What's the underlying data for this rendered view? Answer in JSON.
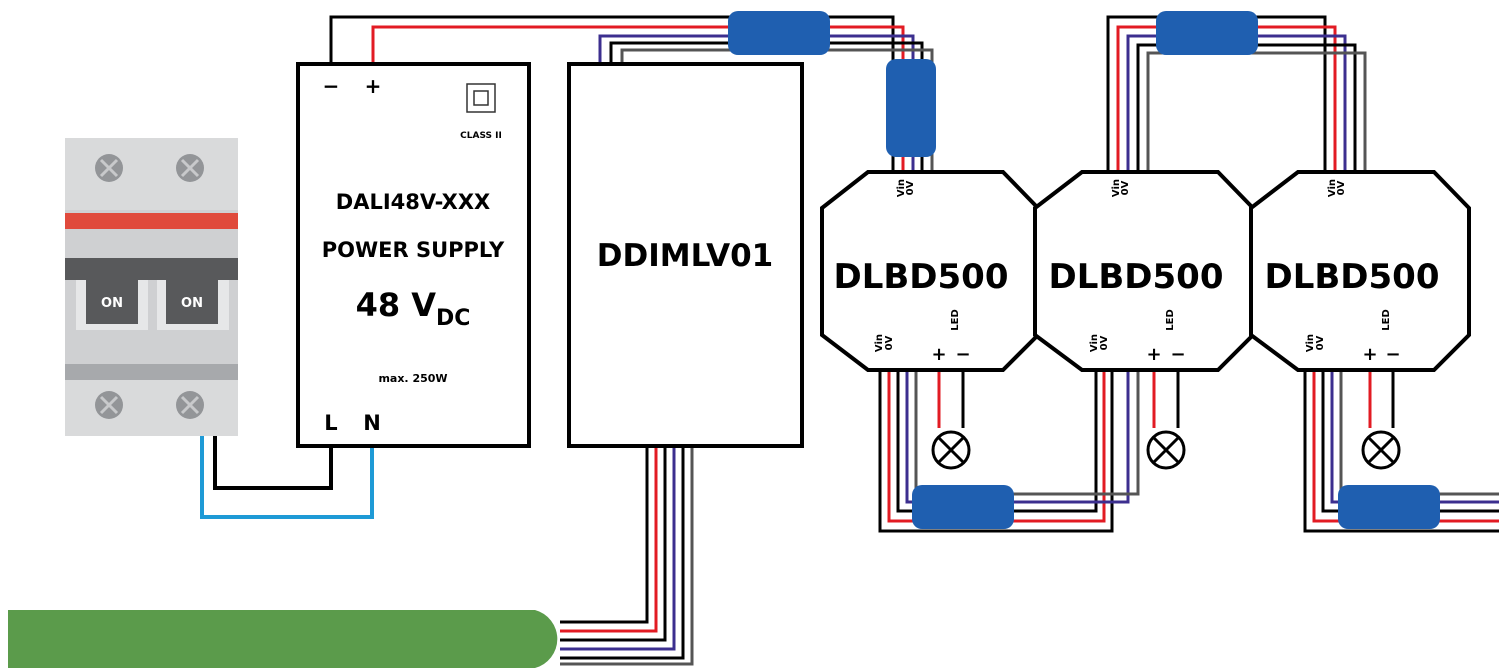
{
  "breaker": {
    "left_label": "ON",
    "right_label": "ON"
  },
  "power_supply": {
    "minus": "−",
    "plus": "+",
    "class_label": "CLASS II",
    "model": "DALI48V-XXX",
    "subtitle": "POWER SUPPLY",
    "voltage_main": "48 V",
    "voltage_sub": "DC",
    "max_power": "max. 250W",
    "terminal_l": "L",
    "terminal_n": "N"
  },
  "dimmer": {
    "label": "DDIMLV01"
  },
  "drivers": [
    {
      "label": "DLBD500",
      "vin": "Vin",
      "zero_v": "0V",
      "led": "LED",
      "plus": "+",
      "minus": "−"
    },
    {
      "label": "DLBD500",
      "vin": "Vin",
      "zero_v": "0V",
      "led": "LED",
      "plus": "+",
      "minus": "−"
    },
    {
      "label": "DLBD500",
      "vin": "Vin",
      "zero_v": "0V",
      "led": "LED",
      "plus": "+",
      "minus": "−"
    }
  ],
  "colors": {
    "wire_black": "#000000",
    "wire_red": "#e21b23",
    "wire_purple": "#3c2f8f",
    "wire_blue_line": "#1e9ad6",
    "connector_blue": "#1f5fb0",
    "breaker_gray": "#cfd0d2",
    "breaker_dark": "#58595b",
    "breaker_red": "#e04a3c",
    "dali_bus_green": "#5b9b4b"
  }
}
